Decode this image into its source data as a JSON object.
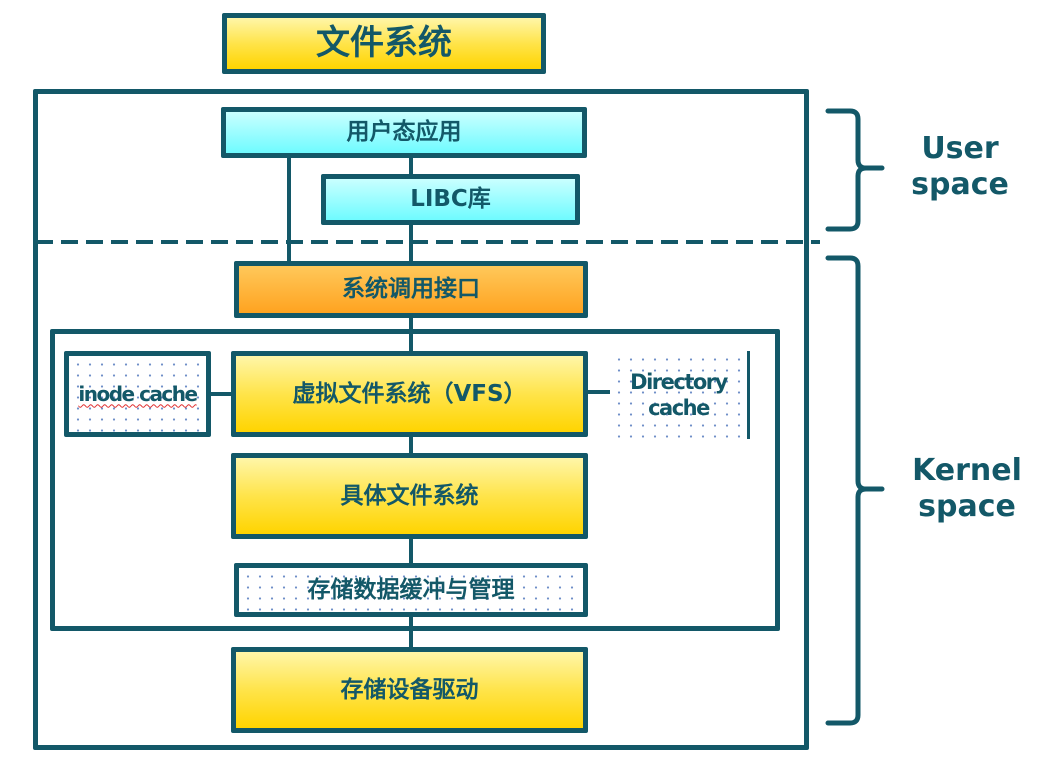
{
  "title": "文件系统",
  "colors": {
    "border": "#135868",
    "text": "#135868",
    "user_box_fill": "#6ffbff",
    "syscall_fill": "#ffa320",
    "kernel_box_fill": "#ffd400"
  },
  "user_space": {
    "label": "User space",
    "label_line1": "User",
    "label_line2": "space",
    "boxes": {
      "user_app": "用户态应用",
      "libc": "LIBC库"
    }
  },
  "kernel_space": {
    "label": "Kernel space",
    "label_line1": "Kernel",
    "label_line2": "space",
    "boxes": {
      "syscall": "系统调用接口",
      "vfs": "虚拟文件系统（VFS）",
      "inode_cache": "inode cache",
      "directory_cache_line1": "Directory",
      "directory_cache_line2": "cache",
      "concrete_fs": "具体文件系统",
      "buffer_mgmt": "存储数据缓冲与管理",
      "device_driver": "存储设备驱动"
    }
  },
  "icons": {
    "user_brace": "right-curly-brace",
    "kernel_brace": "right-curly-brace"
  }
}
